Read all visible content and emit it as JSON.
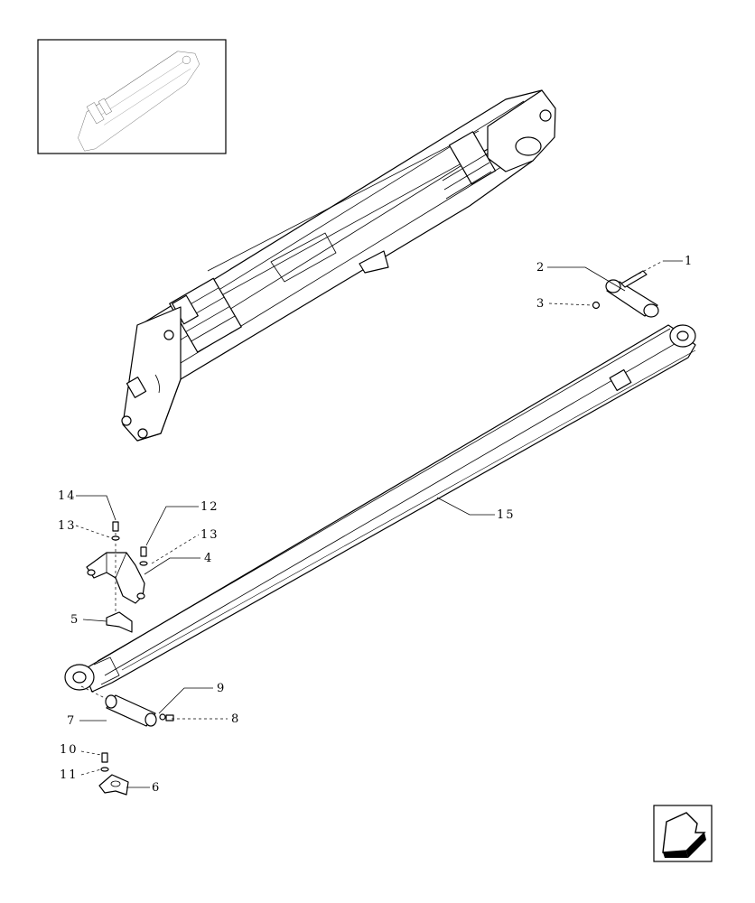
{
  "callouts": [
    {
      "id": "c1",
      "label": "1"
    },
    {
      "id": "c2",
      "label": "2"
    },
    {
      "id": "c3",
      "label": "3"
    },
    {
      "id": "c4",
      "label": "4"
    },
    {
      "id": "c5",
      "label": "5"
    },
    {
      "id": "c6",
      "label": "6"
    },
    {
      "id": "c7",
      "label": "7"
    },
    {
      "id": "c8",
      "label": "8"
    },
    {
      "id": "c9",
      "label": "9"
    },
    {
      "id": "c10",
      "label": "10"
    },
    {
      "id": "c11",
      "label": "11"
    },
    {
      "id": "c12",
      "label": "12"
    },
    {
      "id": "c13a",
      "label": "13"
    },
    {
      "id": "c13b",
      "label": "13"
    },
    {
      "id": "c14",
      "label": "14"
    },
    {
      "id": "c15",
      "label": "15"
    }
  ],
  "nav_icon": "arrow-down-left-icon"
}
